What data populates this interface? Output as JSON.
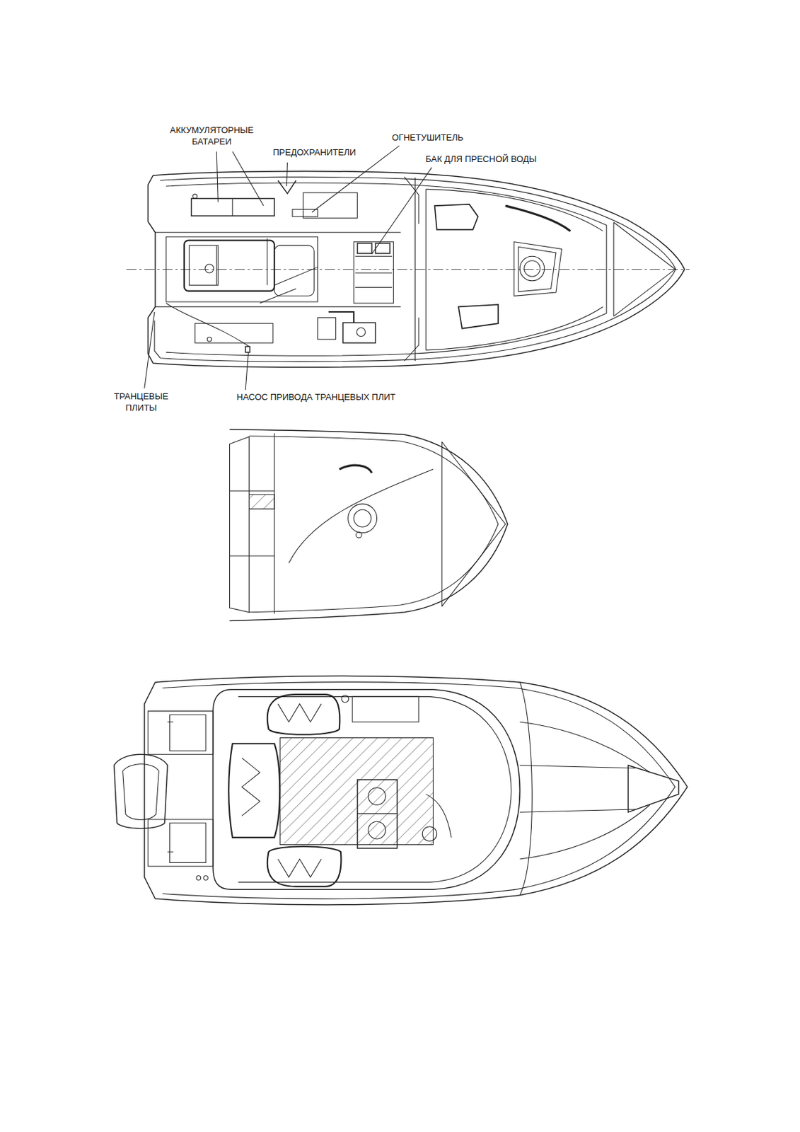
{
  "diagram": {
    "labels": [
      "АККУМУЛЯТОРНЫЕ БАТАРЕИ",
      "ПРЕДОХРАНИТЕЛИ",
      "ОГНЕТУШИТЕЛЬ",
      "БАК ДЛЯ ПРЕСНОЙ ВОДЫ",
      "ТРАНЦЕВЫЕ ПЛИТЫ",
      "НАСОС ПРИВОДА ТРАНЦЕВЫХ ПЛИТ"
    ]
  }
}
